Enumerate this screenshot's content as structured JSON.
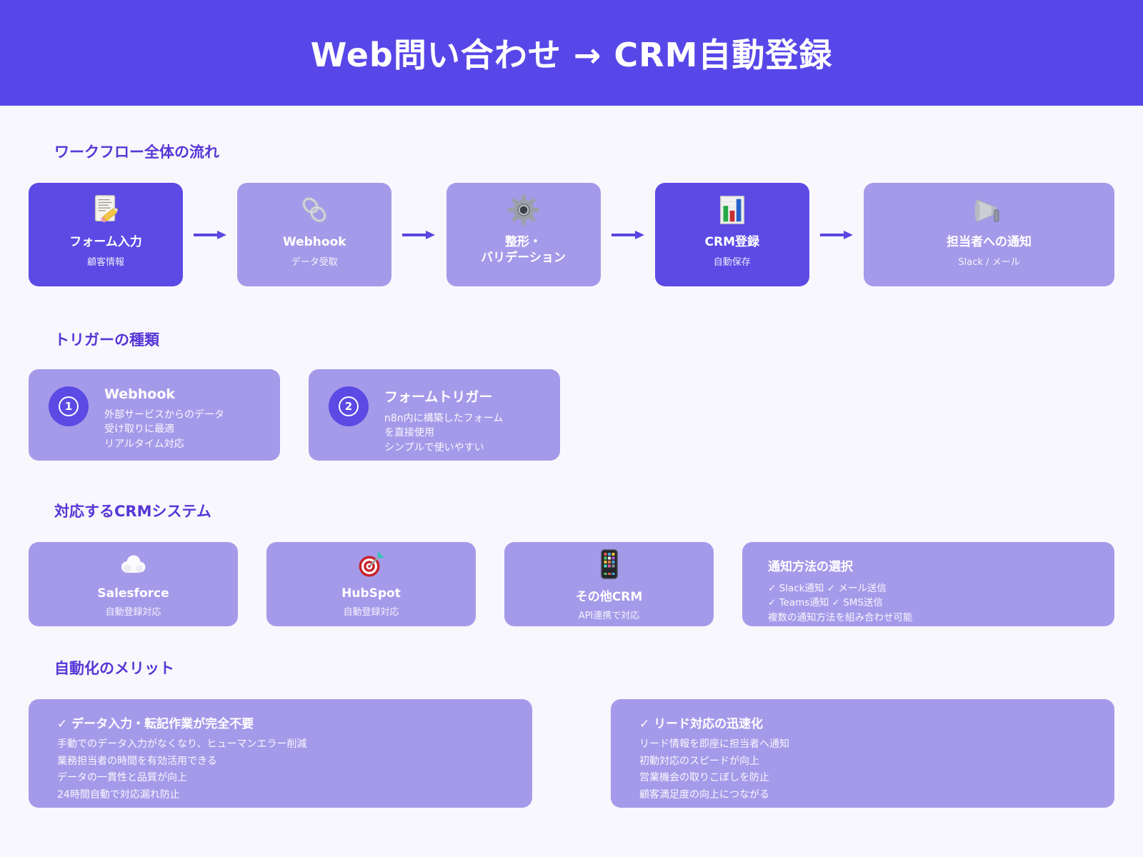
{
  "colors": {
    "header_bg": "#5847e8",
    "node_dark": "#5b4ae4",
    "card_light": "#a59ae9",
    "heading_text": "#5637d6",
    "page_bg": "#f8f7fd",
    "arrow": "#5a46e0"
  },
  "header": {
    "title": "Web問い合わせ → CRM自動登録"
  },
  "workflow": {
    "heading": "ワークフロー全体の流れ",
    "nodes": [
      {
        "icon": "memo-pencil-icon",
        "title": "フォーム入力",
        "subtitle": "顧客情報"
      },
      {
        "icon": "chain-link-icon",
        "title": "Webhook",
        "subtitle": "データ受取"
      },
      {
        "icon": "gear-icon",
        "title": "整形・\nバリデーション",
        "subtitle": ""
      },
      {
        "icon": "bar-chart-icon",
        "title": "CRM登録",
        "subtitle": "自動保存"
      },
      {
        "icon": "megaphone-icon",
        "title": "担当者への通知",
        "subtitle": "Slack / メール"
      }
    ]
  },
  "triggers": {
    "heading": "トリガーの種類",
    "items": [
      {
        "number": "1",
        "title": "Webhook",
        "description": "外部サービスからのデータ\n受け取りに最適\nリアルタイム対応"
      },
      {
        "number": "2",
        "title": "フォームトリガー",
        "description": "n8n内に構築したフォーム\nを直接使用\nシンプルで使いやすい"
      }
    ]
  },
  "crm": {
    "heading": "対応するCRMシステム",
    "items": [
      {
        "icon": "cloud-icon",
        "title": "Salesforce",
        "subtitle": "自動登録対応"
      },
      {
        "icon": "dart-target-icon",
        "title": "HubSpot",
        "subtitle": "自動登録対応"
      },
      {
        "icon": "smartphone-icon",
        "title": "その他CRM",
        "subtitle": "API連携で対応"
      }
    ],
    "notification": {
      "title": "通知方法の選択",
      "lines": "✓ Slack通知 ✓ メール送信\n✓ Teams通知 ✓ SMS送信\n複数の通知方法を組み合わせ可能"
    }
  },
  "benefits": {
    "heading": "自動化のメリット",
    "items": [
      {
        "title": "✓ データ入力・転記作業が完全不要",
        "lines": "手動でのデータ入力がなくなり、ヒューマンエラー削減\n業務担当者の時間を有効活用できる\nデータの一貫性と品質が向上\n24時間自動で対応漏れ防止"
      },
      {
        "title": "✓ リード対応の迅速化",
        "lines": "リード情報を即座に担当者へ通知\n初動対応のスピードが向上\n営業機会の取りこぼしを防止\n顧客満足度の向上につながる"
      }
    ]
  }
}
